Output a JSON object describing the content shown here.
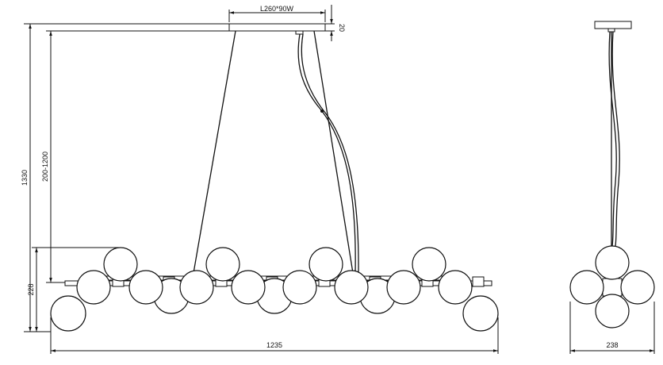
{
  "dimensions": {
    "canopy": "L260*90W",
    "canopy_height": "20",
    "total_height": "1330",
    "cable_range": "200-1200",
    "body_height": "228",
    "total_length": "1235",
    "side_width": "238"
  }
}
